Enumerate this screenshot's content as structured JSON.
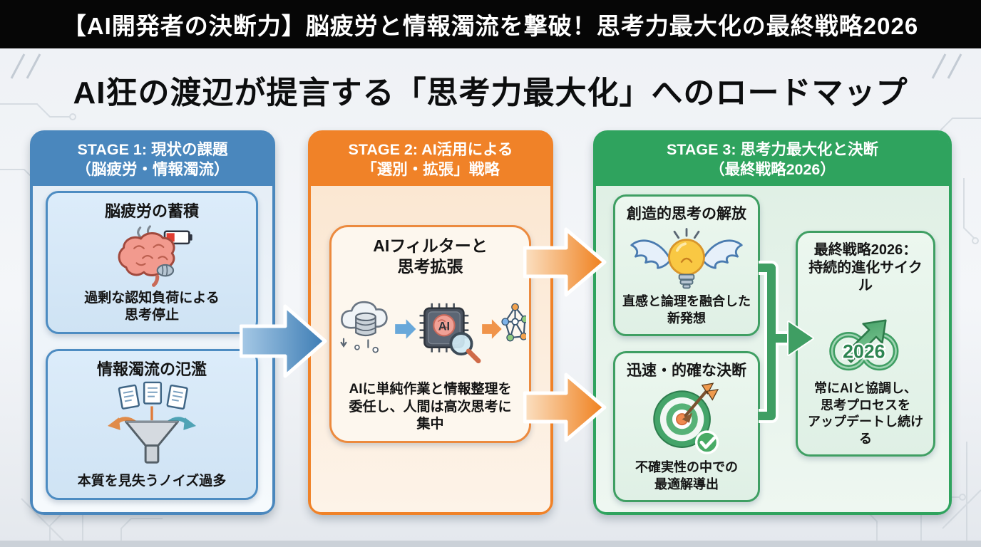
{
  "banner": {
    "title": "【AI開発者の決断力】脳疲労と情報濁流を撃破！思考力最大化の最終戦略2026"
  },
  "heading": {
    "title": "AI狂の渡辺が提言する「思考力最大化」へのロードマップ"
  },
  "colors": {
    "stage1_blue": "#4a87bd",
    "stage2_orange": "#f08228",
    "stage3_green": "#2fa35e"
  },
  "stage1": {
    "header": "STAGE 1: 現状の課題\n（脳疲労・情報濁流）",
    "cards": [
      {
        "title": "脳疲労の蓄積",
        "icon": "tired-brain-low-battery-icon",
        "caption": "過剰な認知負荷による\n思考停止"
      },
      {
        "title": "情報濁流の氾濫",
        "icon": "information-funnel-icon",
        "caption": "本質を見失うノイズ過多"
      }
    ]
  },
  "stage2": {
    "header": "STAGE 2: AI活用による\n「選別・拡張」戦略",
    "card": {
      "title": "AIフィルターと\n思考拡張",
      "icons": [
        "cloud-database-icon",
        "ai-chip-magnifier-icon",
        "network-graph-icon"
      ],
      "chip_label": "AI",
      "caption": "AIに単純作業と情報整理を\n委任し、人間は高次思考に\n集中"
    }
  },
  "stage3": {
    "header": "STAGE 3: 思考力最大化と決断\n（最終戦略2026）",
    "cards": [
      {
        "title": "創造的思考の解放",
        "icon": "winged-lightbulb-icon",
        "caption": "直感と論理を融合した\n新発想"
      },
      {
        "title": "迅速・的確な決断",
        "icon": "target-arrow-check-icon",
        "caption": "不確実性の中での\n最適解導出"
      }
    ],
    "result_card": {
      "title": "最終戦略2026：\n持続的進化サイクル",
      "icon": "growth-cycle-2026-icon",
      "icon_label": "2026",
      "caption": "常にAIと協調し、\n思考プロセスを\nアップデートし続ける"
    }
  }
}
